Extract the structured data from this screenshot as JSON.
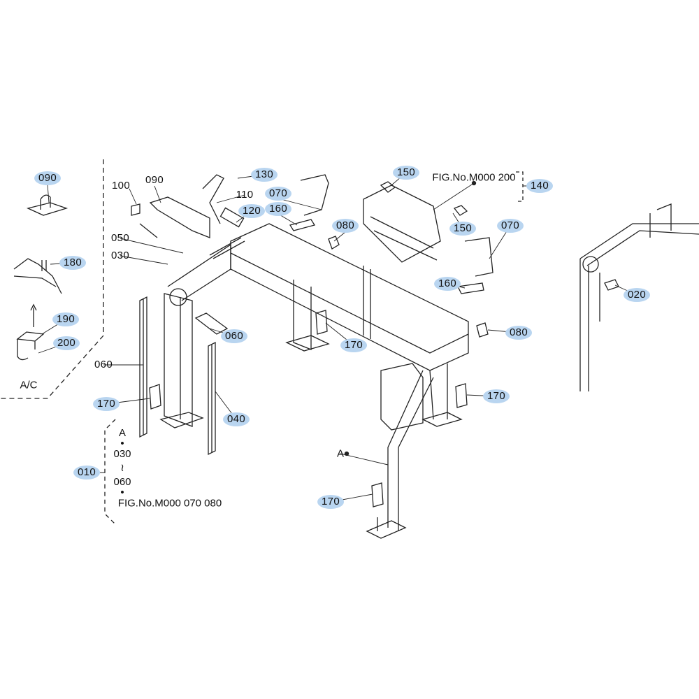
{
  "callouts": [
    {
      "id": "090",
      "hl": true
    },
    {
      "id": "180",
      "hl": true
    },
    {
      "id": "190",
      "hl": true
    },
    {
      "id": "200",
      "hl": true
    },
    {
      "id": "060",
      "hl": false
    },
    {
      "id": "170",
      "hl": true
    },
    {
      "id": "010",
      "hl": true
    },
    {
      "id": "100",
      "hl": false
    },
    {
      "id": "090",
      "hl": false
    },
    {
      "id": "130",
      "hl": true
    },
    {
      "id": "110",
      "hl": false
    },
    {
      "id": "120",
      "hl": true
    },
    {
      "id": "070",
      "hl": true
    },
    {
      "id": "160",
      "hl": true
    },
    {
      "id": "080",
      "hl": true
    },
    {
      "id": "050",
      "hl": false
    },
    {
      "id": "030",
      "hl": false
    },
    {
      "id": "060",
      "hl": true
    },
    {
      "id": "170",
      "hl": true
    },
    {
      "id": "040",
      "hl": true
    },
    {
      "id": "150",
      "hl": true
    },
    {
      "id": "140",
      "hl": true
    },
    {
      "id": "150",
      "hl": true
    },
    {
      "id": "070",
      "hl": true
    },
    {
      "id": "160",
      "hl": true
    },
    {
      "id": "080",
      "hl": true
    },
    {
      "id": "170",
      "hl": true
    },
    {
      "id": "020",
      "hl": true
    },
    {
      "id": "170",
      "hl": true
    }
  ],
  "labels": {
    "ac": "A/C",
    "fig_ref_top": "FIG.No.M000  200",
    "point_a": "A",
    "group_ref": {
      "a": "A",
      "dot": "•",
      "from": "030",
      "tilde": "≀",
      "to": "060",
      "fig": "FIG.No.M000  070  080"
    }
  },
  "colors": {
    "highlight": "#b9d5f0",
    "line": "#222222"
  }
}
